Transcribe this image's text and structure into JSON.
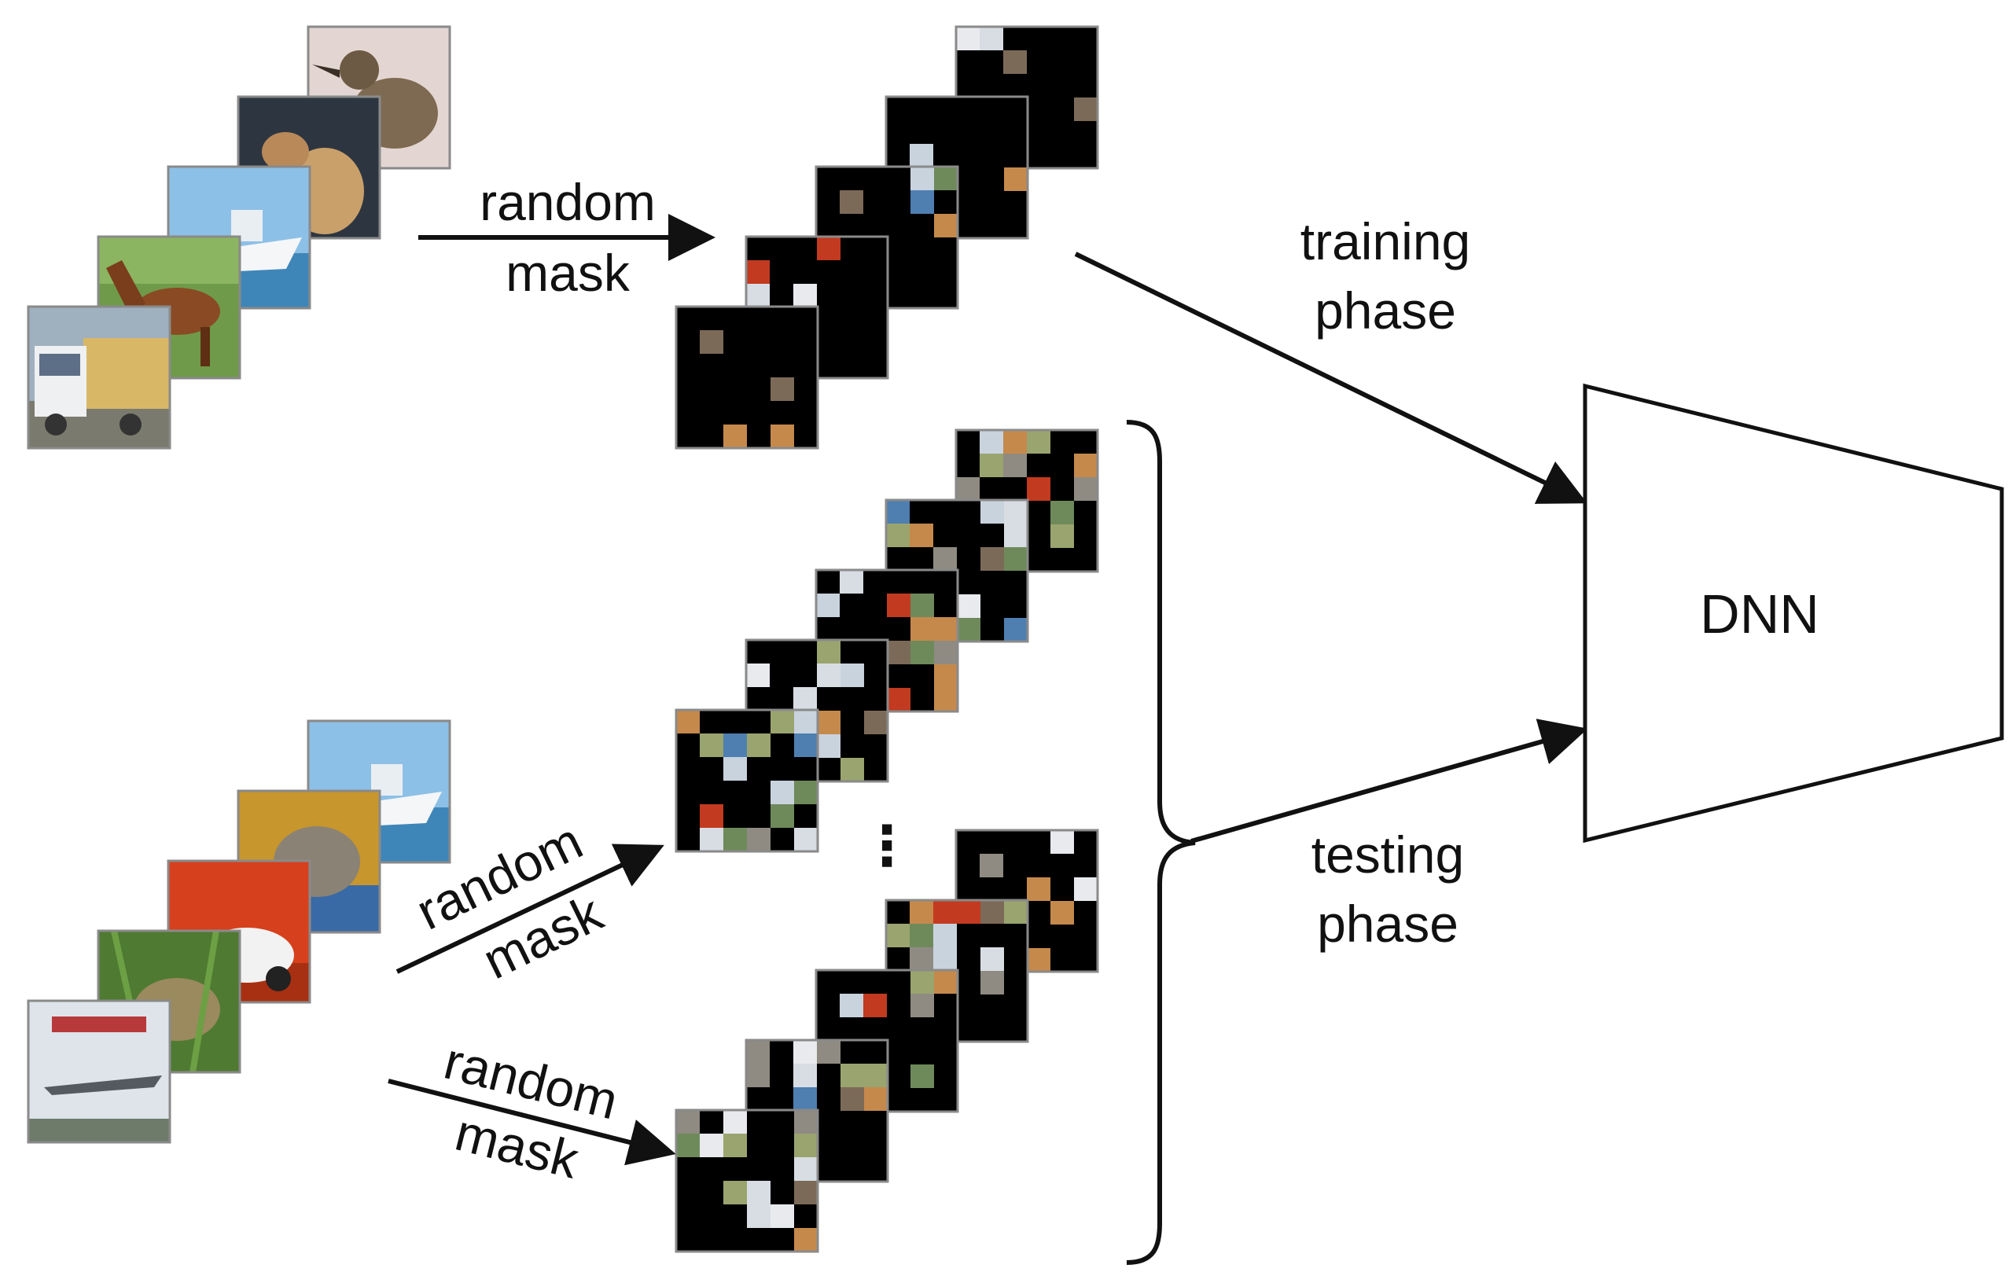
{
  "labels": {
    "top_random_mask": [
      "random",
      "mask"
    ],
    "bottom_random_mask_1": [
      "random",
      "mask"
    ],
    "bottom_random_mask_2": [
      "random",
      "mask"
    ],
    "training_phase": [
      "training",
      "phase"
    ],
    "testing_phase": [
      "testing",
      "phase"
    ],
    "model": "DNN",
    "ellipsis": "⋮"
  },
  "images": {
    "training_inputs": [
      "truck",
      "horse",
      "ship",
      "dog",
      "bird"
    ],
    "testing_inputs": [
      "airplane",
      "frog",
      "car",
      "cat",
      "ship"
    ]
  },
  "colors": {
    "mask_black": "#000000",
    "line": "#111111",
    "frame": "#8a8a8a"
  }
}
